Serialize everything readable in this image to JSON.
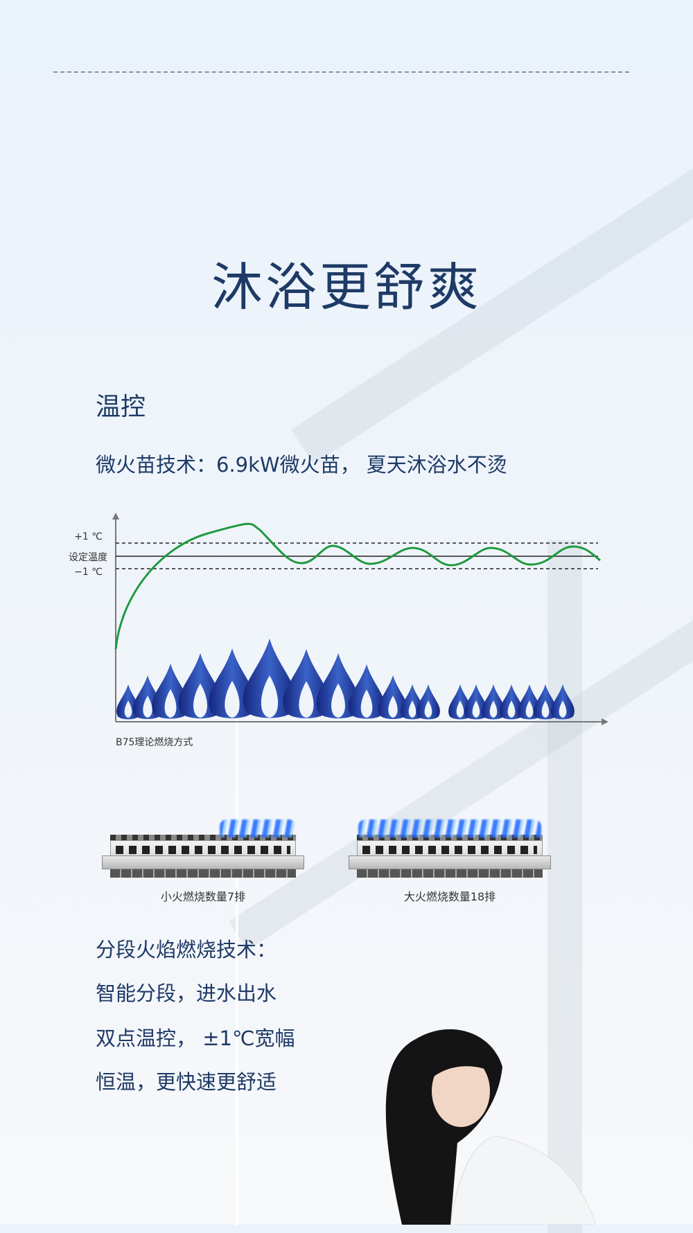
{
  "title": "沐浴更舒爽",
  "section_heading": "温控",
  "subtitle": "微火苗技术：6.9kW微火苗， 夏天沐浴水不烫",
  "chart": {
    "label_plus": "+1 ℃",
    "label_set": "设定温度",
    "label_minus": "−1 ℃",
    "caption": "B75理论燃烧方式",
    "colors": {
      "curve": "#1f9a3f",
      "flame": "#1f3aa6"
    }
  },
  "burners": [
    {
      "label": "小火燃烧数量7排"
    },
    {
      "label": "大火燃烧数量18排"
    }
  ],
  "paragraph": [
    "分段火焰燃烧技术：",
    "智能分段，进水出水",
    "双点温控， ±1℃宽幅",
    "恒温，更快速更舒适"
  ]
}
